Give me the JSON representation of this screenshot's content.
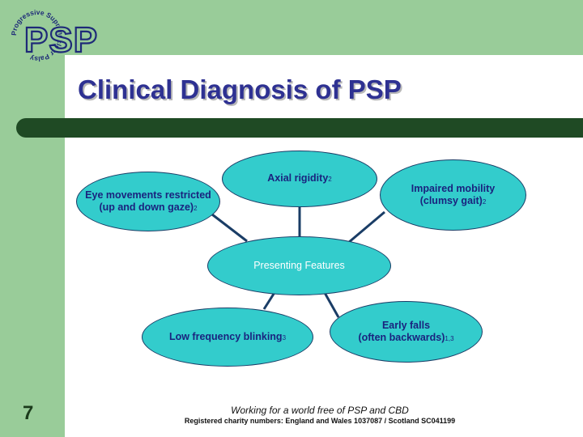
{
  "logo": {
    "wordmark": "PSP",
    "ring_text": "Progressive Supranuclear Palsy"
  },
  "slide": {
    "title": "Clinical Diagnosis of PSP",
    "page_number": "7"
  },
  "diagram": {
    "center": "Presenting Features",
    "nodes": [
      {
        "id": "axial",
        "lines": [
          "Axial rigidity"
        ],
        "sup": "2"
      },
      {
        "id": "mobility",
        "lines": [
          "Impaired mobility",
          "(clumsy gait)"
        ],
        "sup": "2"
      },
      {
        "id": "eye",
        "lines": [
          "Eye movements restricted",
          "(up and down gaze)"
        ],
        "sup": "2"
      },
      {
        "id": "blink",
        "lines": [
          "Low frequency blinking"
        ],
        "sup": "3"
      },
      {
        "id": "falls",
        "lines": [
          "Early falls",
          "(often backwards)"
        ],
        "sup": "1,3"
      }
    ]
  },
  "footer": {
    "tagline": "Working for a world free of PSP and CBD",
    "charity": "Registered charity numbers: England and Wales 1037087 / Scotland SC041199"
  },
  "colors": {
    "band": "#99cc99",
    "bar": "#1f4a24",
    "title": "#2e3192",
    "ellipse": "#33cccc",
    "connector": "#1a3d66"
  }
}
